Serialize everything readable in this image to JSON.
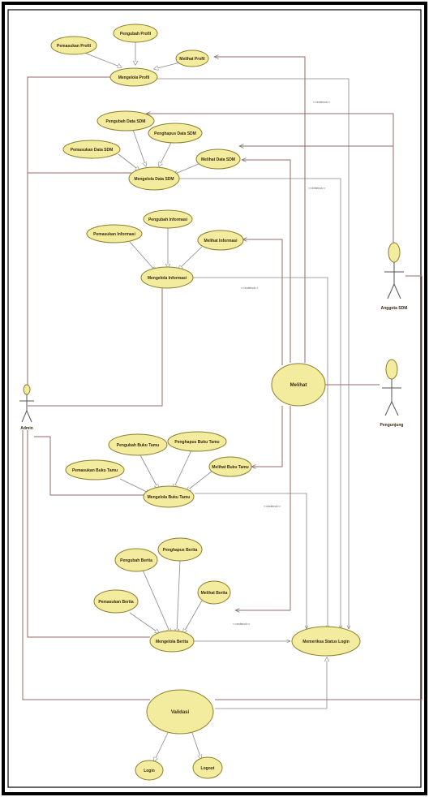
{
  "use_cases": {
    "profil": {
      "pemasukan": "Pemasukan Profil",
      "pengubah": "Pengubah Profil",
      "melihat": "Melihat Profil",
      "mengelola": "Mengelola Profil"
    },
    "data_sdm": {
      "pengubah": "Pengubah Data SDM",
      "penghapus": "Penghapus Data SDM",
      "pemasukan": "Pemasukan Data SDM",
      "melihat": "Melihat Data SDM",
      "mengelola": "Mengelola Data SDM"
    },
    "informasi": {
      "pengubah": "Pengubah Informasi",
      "pemasukan": "Pemasukan Informasi",
      "melihat": "Melihat Informasi",
      "mengelola": "Mengelola Informasi"
    },
    "buku_tamu": {
      "pengubah": "Pengubah Buku Tamu",
      "penghapus": "Penghapus Buku Tamu",
      "pemasukan": "Pemasukan Buku Tamu",
      "melihat": "Melihat Buku Tamu",
      "mengelola": "Mengelola Buku Tamu"
    },
    "berita": {
      "pengubah": "Pengubah Berita",
      "penghapus": "Penghapus Berita",
      "pemasukan": "Pemasukan Berita",
      "melihat": "Melihat Berita",
      "mengelola": "Mengelola Berita"
    },
    "melihat": "Melihat",
    "memeriksa": "Memeriksa Status Login",
    "validasi": "Validasi",
    "login": "Login",
    "logout": "Logout"
  },
  "actors": {
    "admin": "Admin",
    "anggota": "Anggota SDM",
    "pengunjung": "Pengunjung"
  },
  "stereotypes": {
    "s1": "<<extend>>",
    "s2": "<<extend>>",
    "s3": "<<extend>>",
    "s4": "<<extend>>",
    "s5": "<<extend>>"
  },
  "colors": {
    "usecase_fill": "#f3ec9e",
    "border": "#000000",
    "line": "#9a6a6a"
  }
}
